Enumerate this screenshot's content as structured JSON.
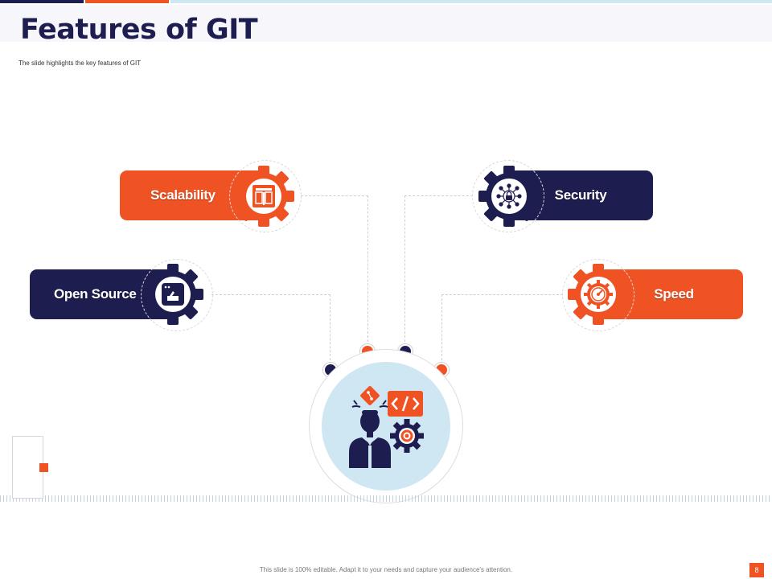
{
  "slide": {
    "title": "Features of GIT",
    "subtitle": "The slide highlights the key features of GIT",
    "footer": "This slide is 100% editable. Adapt it to your needs and capture your audience's attention.",
    "page_number": "8"
  },
  "features": [
    {
      "label": "Scalability",
      "color": "orange",
      "icon": "scalability-icon"
    },
    {
      "label": "Security",
      "color": "navy",
      "icon": "network-lock-icon"
    },
    {
      "label": "Open Source",
      "color": "navy",
      "icon": "open-source-window-icon"
    },
    {
      "label": "Speed",
      "color": "orange",
      "icon": "speedometer-icon"
    }
  ],
  "center": {
    "icon": "developer-with-code-and-gear-icon"
  },
  "colors": {
    "orange": "#f05323",
    "navy": "#1e1d4f",
    "light_blue": "#cfe6f3"
  }
}
